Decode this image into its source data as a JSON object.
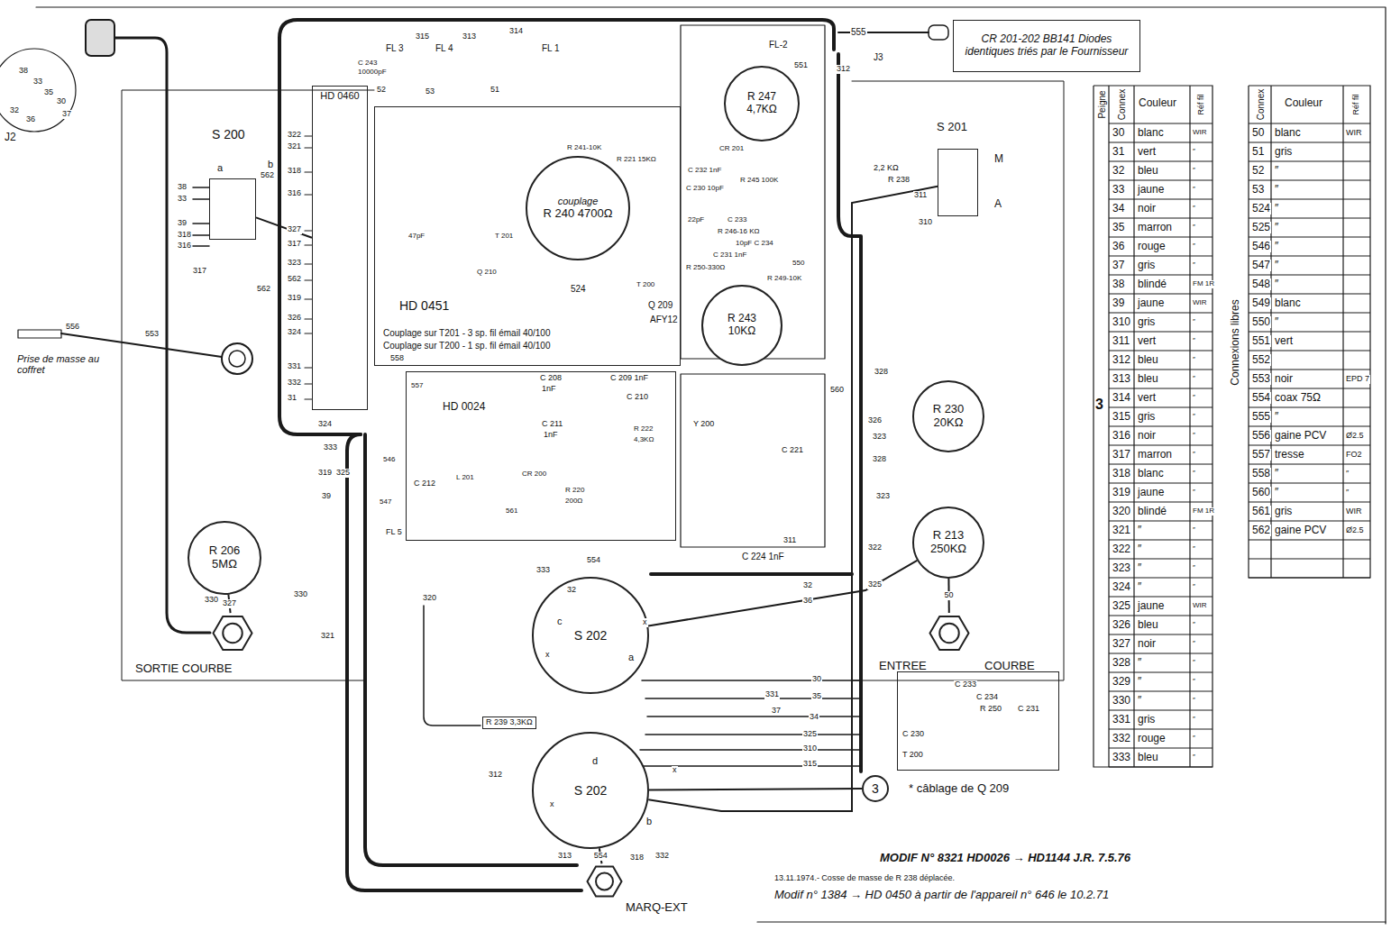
{
  "diagram": {
    "nodes": [
      {
        "text": [
          "CR 201-202 BB141 Diodes identiques triés par le Fournisseur"
        ]
      },
      {
        "text": [
          "S 200"
        ]
      },
      {
        "text": [
          "HD 0460"
        ]
      },
      {
        "text": [
          "HD 0451"
        ]
      },
      {
        "text": [
          "couplage",
          "R 240 4700Ω"
        ],
        "in": 3
      },
      {
        "text": [
          "R 247",
          "4,7KΩ"
        ]
      },
      {
        "text": [
          "R 243",
          "10KΩ"
        ]
      },
      {
        "text": [
          "HD 0024"
        ]
      },
      {
        "text": [
          "S 201"
        ]
      },
      {
        "text": [
          "R 230",
          "20KΩ"
        ]
      },
      {
        "text": [
          "R 213",
          "250KΩ"
        ]
      },
      {
        "text": [
          "R 206",
          "5MΩ"
        ]
      },
      {
        "text": [
          "SORTIE COURBE"
        ]
      },
      {
        "text": [
          "ENTREE",
          "COURBE"
        ]
      },
      {
        "text": [
          "S 202"
        ]
      },
      {
        "text": [
          "S 202"
        ]
      },
      {
        "text": [
          "MARQ-EXT"
        ]
      },
      {
        "text": [
          "* câblage de Q 209"
        ]
      },
      {
        "text": [
          "3"
        ]
      }
    ],
    "edges": [
      {
        "from": 15,
        "to": 16,
        "label": "554",
        "arrow": "none"
      },
      {
        "from": 11,
        "to": 12,
        "label": "327",
        "arrow": "none"
      },
      {
        "from": 10,
        "to": 13,
        "label": "50",
        "arrow": "none"
      },
      {
        "from": 15,
        "to": 8,
        "arrow": "none"
      },
      {
        "from": 14,
        "to": 10,
        "arrow": "none"
      },
      {
        "from": 15,
        "to": 18,
        "arrow": "none"
      },
      {
        "from": 1,
        "to": 2,
        "arrow": "none"
      }
    ],
    "labels": [
      "J2",
      "38",
      "33",
      "35",
      "30",
      "37",
      "32",
      "36",
      "555",
      "J3",
      "315",
      "313",
      "314",
      "FL 3",
      "FL 4",
      "FL 1",
      "FL-2",
      "C 243",
      "10000pF",
      "52",
      "53",
      "51",
      "551",
      "312",
      "R 241-10K",
      "R 221 15KΩ",
      "C 232 1nF",
      "CR 201",
      "R 245 100K",
      "C 230 10pF",
      "22pF",
      "C 233",
      "R 246-16 KΩ",
      "10pF C 234",
      "C 231 1nF",
      "R 250-330Ω",
      "R 249-10K",
      "550",
      "T 200",
      "T 201",
      "47pF",
      "Q 210",
      "Q 209",
      "AFY12",
      "524",
      "Couplage sur T201 - 3 sp. fil émail 40/100",
      "Couplage sur T200 - 1 sp. fil émail 40/100",
      "558",
      "322",
      "321",
      "318",
      "316",
      "327",
      "317",
      "323",
      "562",
      "319",
      "326",
      "324",
      "331",
      "332",
      "31",
      "562",
      "562",
      "a",
      "b",
      "38",
      "33",
      "39",
      "318",
      "316",
      "317",
      "Prise de masse au coffret",
      "556",
      "553",
      "324",
      "333",
      "319",
      "325",
      "39",
      "546",
      "547",
      "FL 5",
      "557",
      "C 208",
      "1nF",
      "C 209 1nF",
      "C 210",
      "C 211",
      "1nF",
      "C 212",
      "L 201",
      "CR 200",
      "R 220",
      "200Ω",
      "R 222",
      "4,3KΩ",
      "561",
      "554",
      "Y 200",
      "C 221",
      "311",
      "C 224 1nF",
      "560",
      "328",
      "326",
      "323",
      "328",
      "323",
      "322",
      "325",
      "2,2 KΩ",
      "R 238",
      "311",
      "310",
      "M",
      "A",
      "330",
      "330",
      "321",
      "320",
      "333",
      "32",
      "c",
      "a",
      "x",
      "x",
      "32",
      "36",
      "30",
      "331",
      "35",
      "37",
      "34",
      "325",
      "310",
      "315",
      "R 239 3,3KΩ",
      "d",
      "b",
      "x",
      "x",
      "313",
      "318",
      "332",
      "312",
      "C 233",
      "C 234",
      "R 250",
      "C 231",
      "C 230",
      "T 200",
      "MODIF N° 8321 HD0026 → HD1144 J.R. 7.5.76",
      "13.11.1974.- Cosse de masse de R 238 déplacée.",
      "Modif n° 1384 → HD 0450 à partir de l'appareil n° 646 le 10.2.71",
      "Peigne",
      "Connex",
      "Couleur",
      "Réf fil",
      "3",
      "30",
      "blanc",
      "WIR",
      "31",
      "vert",
      "″",
      "32",
      "bleu",
      "″",
      "33",
      "jaune",
      "″",
      "34",
      "noir",
      "″",
      "35",
      "marron",
      "″",
      "36",
      "rouge",
      "″",
      "37",
      "gris",
      "″",
      "38",
      "blindé",
      "FM 1R",
      "39",
      "jaune",
      "WIR",
      "310",
      "gris",
      "″",
      "311",
      "vert",
      "″",
      "312",
      "bleu",
      "″",
      "313",
      "bleu",
      "″",
      "314",
      "vert",
      "″",
      "315",
      "gris",
      "″",
      "316",
      "noir",
      "″",
      "317",
      "marron",
      "″",
      "318",
      "blanc",
      "″",
      "319",
      "jaune",
      "″",
      "320",
      "blindé",
      "FM 1R",
      "321",
      "″",
      "″",
      "322",
      "″",
      "″",
      "323",
      "″",
      "″",
      "324",
      "″",
      "″",
      "325",
      "jaune",
      "WIR",
      "326",
      "bleu",
      "″",
      "327",
      "noir",
      "″",
      "328",
      "″",
      "″",
      "329",
      "″",
      "″",
      "330",
      "″",
      "″",
      "331",
      "gris",
      "″",
      "332",
      "rouge",
      "″",
      "333",
      "bleu",
      "″",
      "Connex",
      "Couleur",
      "Réf fil",
      "Connexions libres",
      "50",
      "blanc",
      "WIR",
      "51",
      "gris",
      "52",
      "″",
      "53",
      "″",
      "524",
      "″",
      "525",
      "″",
      "546",
      "″",
      "547",
      "″",
      "548",
      "″",
      "549",
      "blanc",
      "550",
      "″",
      "551",
      "vert",
      "552",
      "553",
      "noir",
      "EPD 7",
      "554",
      "coax 75Ω",
      "555",
      "″",
      "556",
      "gaine PCV",
      "Ø2.5",
      "557",
      "tresse",
      "FO2",
      "558",
      "″",
      "″",
      "560",
      "″",
      "″",
      "561",
      "gris",
      "WIR",
      "562",
      "gaine PCV",
      "Ø2.5"
    ]
  }
}
